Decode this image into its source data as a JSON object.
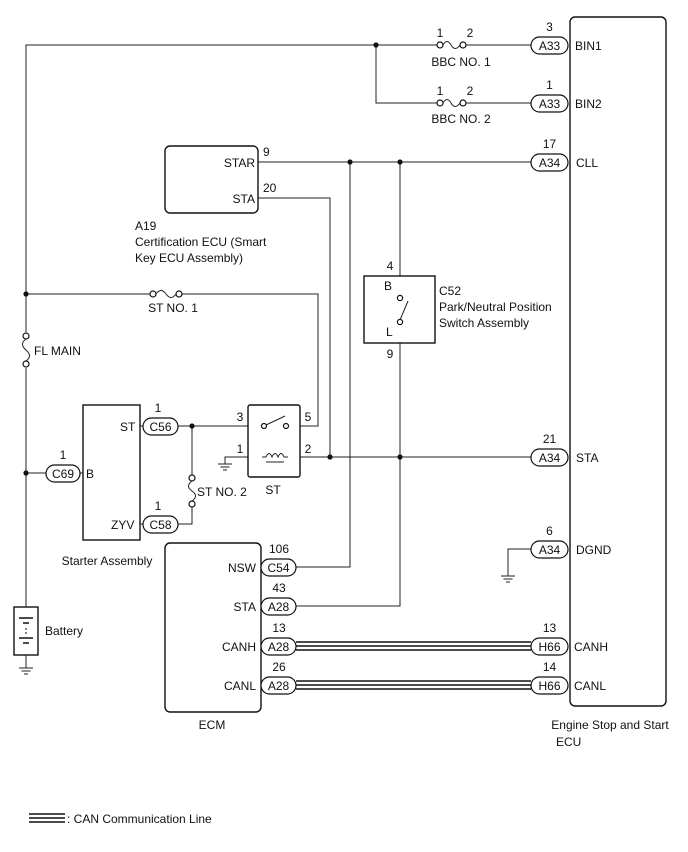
{
  "components": {
    "cert_ecu": {
      "id": "A19",
      "desc_line1": "Certification ECU (Smart",
      "desc_line2": "Key ECU Assembly)",
      "pin_star": "STAR",
      "pin_sta": "STA",
      "pin_star_no": "9",
      "pin_sta_no": "20"
    },
    "park_switch": {
      "id": "C52",
      "desc_line1": "Park/Neutral Position",
      "desc_line2": "Switch Assembly",
      "pin_b": "B",
      "pin_l": "L",
      "pin_b_no": "4",
      "pin_l_no": "9"
    },
    "starter": {
      "name": "Starter Assembly",
      "pin_st": "ST",
      "pin_b": "B",
      "pin_zyv": "ZYV",
      "conn_st": "C56",
      "conn_b": "C69",
      "conn_zyv": "C58",
      "pin_st_no": "1",
      "pin_b_no": "1",
      "pin_zyv_no": "1"
    },
    "st_relay": {
      "name": "ST",
      "pin3": "3",
      "pin5": "5",
      "pin1": "1",
      "pin2": "2"
    },
    "ecm": {
      "name": "ECM",
      "pin_nsw": "NSW",
      "pin_sta": "STA",
      "pin_canh": "CANH",
      "pin_canl": "CANL",
      "conn_nsw": "C54",
      "conn_sta": "A28",
      "conn_canh": "A28",
      "conn_canl": "A28",
      "no_nsw": "106",
      "no_sta": "43",
      "no_canh": "13",
      "no_canl": "26"
    },
    "engine_ecu": {
      "name_line1": "Engine Stop and Start",
      "name_line2": "ECU",
      "pins": {
        "bin1": "BIN1",
        "bin2": "BIN2",
        "cll": "CLL",
        "sta": "STA",
        "dgnd": "DGND",
        "canh": "CANH",
        "canl": "CANL"
      },
      "conns": {
        "bin1": "A33",
        "bin2": "A33",
        "cll": "A34",
        "sta": "A34",
        "dgnd": "A34",
        "canh": "H66",
        "canl": "H66"
      },
      "nos": {
        "bin1": "3",
        "bin2": "1",
        "cll": "17",
        "sta": "21",
        "dgnd": "6",
        "canh": "13",
        "canl": "14"
      }
    },
    "battery": {
      "name": "Battery"
    }
  },
  "fuses": {
    "bbc1": {
      "name": "BBC NO. 1",
      "p1": "1",
      "p2": "2"
    },
    "bbc2": {
      "name": "BBC NO. 2",
      "p1": "1",
      "p2": "2"
    },
    "st1": {
      "name": "ST NO. 1"
    },
    "st2": {
      "name": "ST NO. 2"
    },
    "fl_main": {
      "name": "FL MAIN"
    }
  },
  "legend": {
    "can_line": ": CAN Communication Line"
  }
}
